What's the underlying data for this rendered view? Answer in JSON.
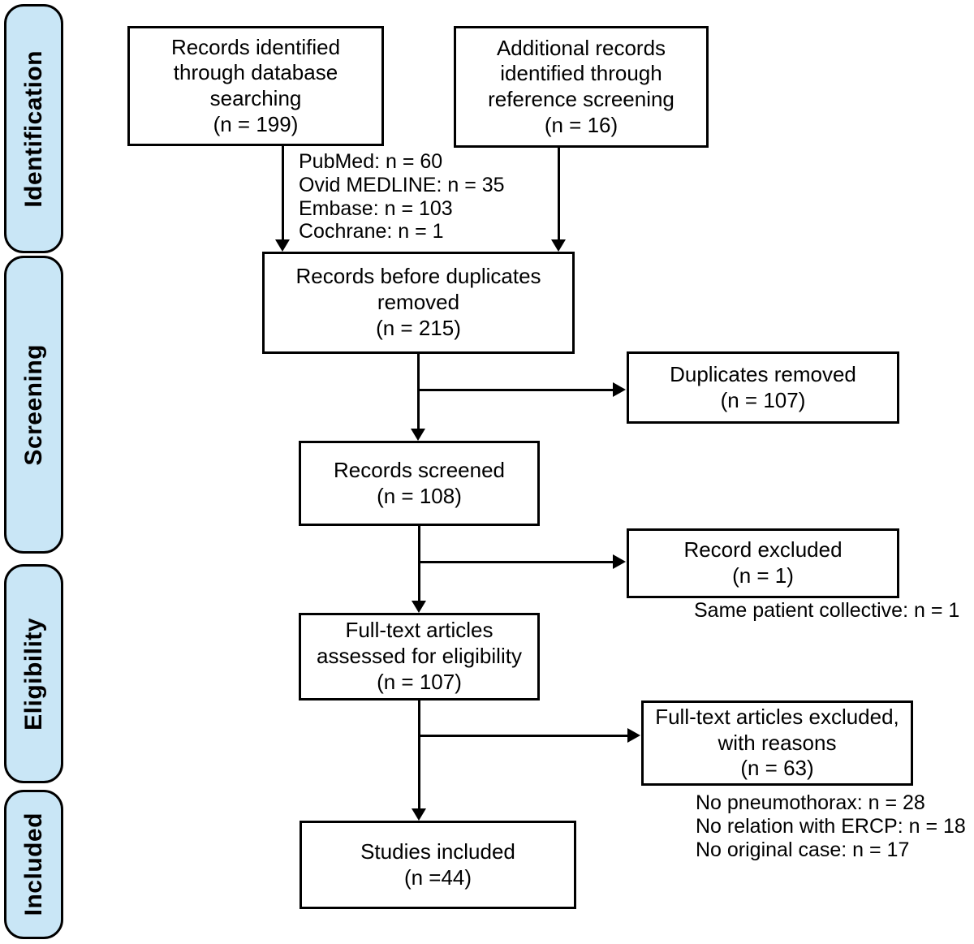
{
  "colors": {
    "stroke": "#000000",
    "sidebar_fill": "#c9e6f6",
    "box_fill": "#ffffff",
    "page_bg": "#ffffff"
  },
  "sidebar": {
    "stages": [
      {
        "label": "Identification"
      },
      {
        "label": "Screening"
      },
      {
        "label": "Eligibility"
      },
      {
        "label": "Included"
      }
    ]
  },
  "flow": {
    "records_identified": "Records identified\nthrough database\nsearching\n(n = 199)",
    "additional_records": "Additional records\nidentified through\nreference screening\n(n = 16)",
    "database_breakdown": "PubMed: n = 60\nOvid MEDLINE: n = 35\nEmbase: n = 103\nCochrane: n = 1",
    "before_duplicates": "Records before duplicates\nremoved\n(n = 215)",
    "duplicates_removed": "Duplicates removed\n(n = 107)",
    "records_screened": "Records screened\n(n = 108)",
    "record_excluded": "Record excluded\n(n = 1)",
    "record_excluded_reason": "Same patient collective: n = 1",
    "fulltext_assessed": "Full-text articles\nassessed for eligibility\n(n = 107)",
    "fulltext_excluded": "Full-text articles excluded,\nwith reasons\n(n = 63)",
    "fulltext_excluded_reasons": "No pneumothorax: n = 28\nNo relation with ERCP: n = 18\nNo original case: n = 17",
    "studies_included": "Studies included\n(n =44)"
  }
}
